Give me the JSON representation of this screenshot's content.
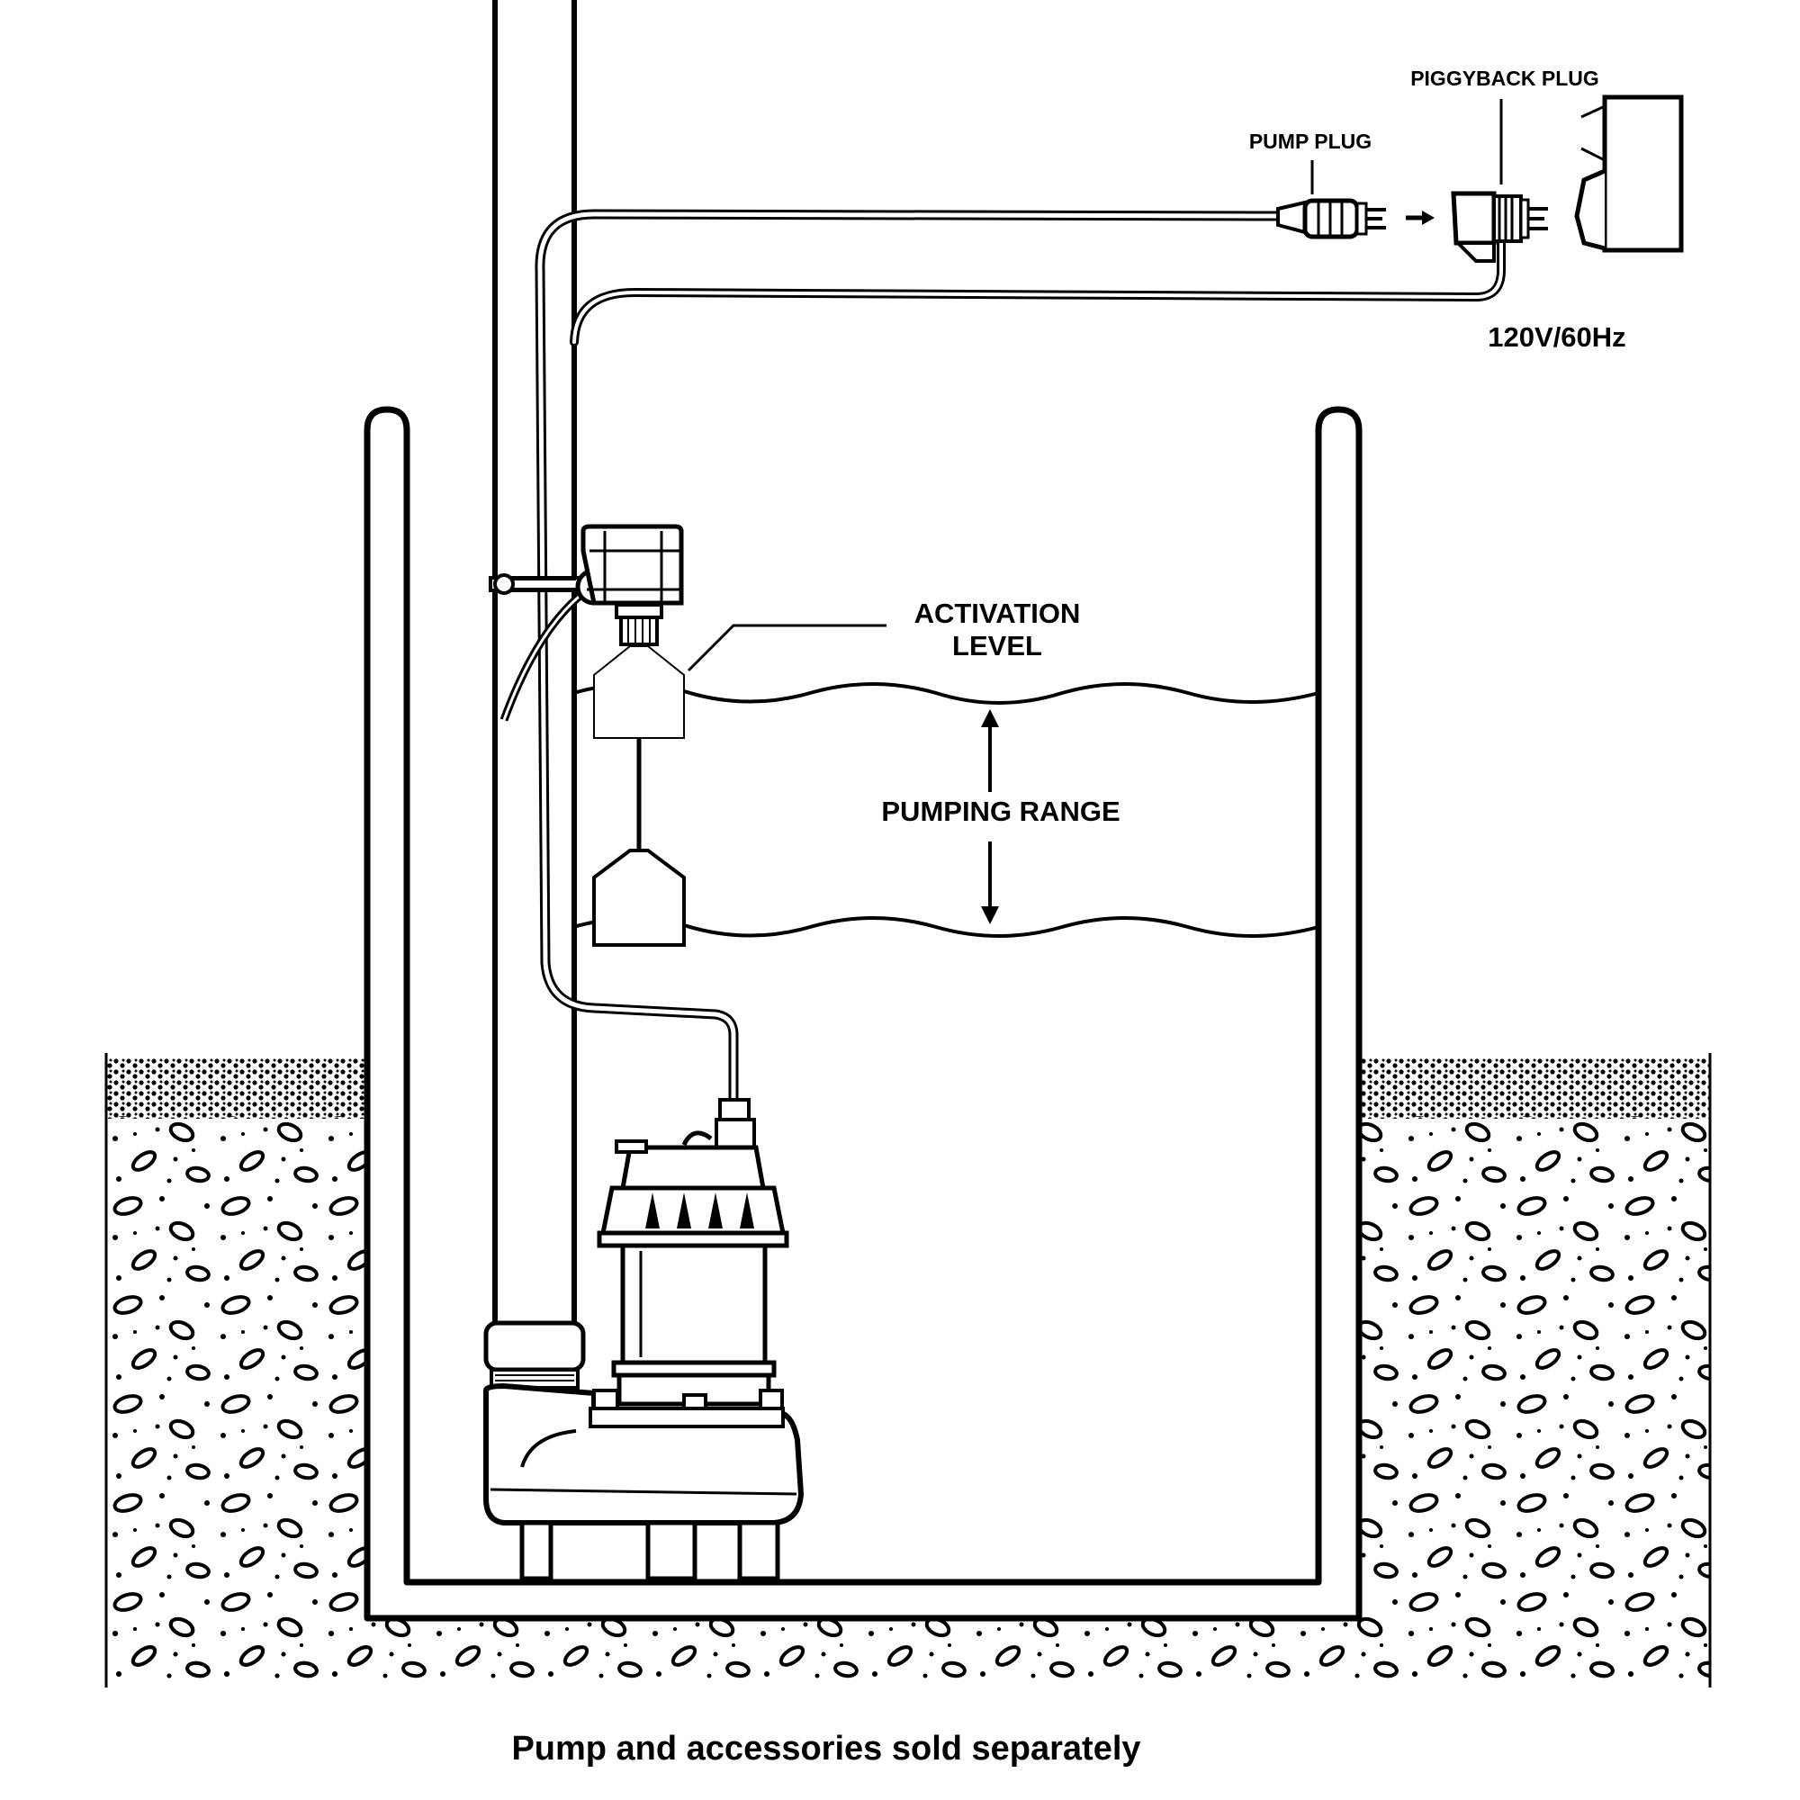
{
  "labels": {
    "piggyback_plug": "PIGGYBACK PLUG",
    "pump_plug": "PUMP PLUG",
    "voltage": "120V/60Hz",
    "activation_line1": "ACTIVATION",
    "activation_line2": "LEVEL",
    "pumping_range": "PUMPING RANGE",
    "footer": "Pump and accessories sold separately"
  },
  "colors": {
    "ink": "#000000",
    "paper": "#ffffff"
  }
}
